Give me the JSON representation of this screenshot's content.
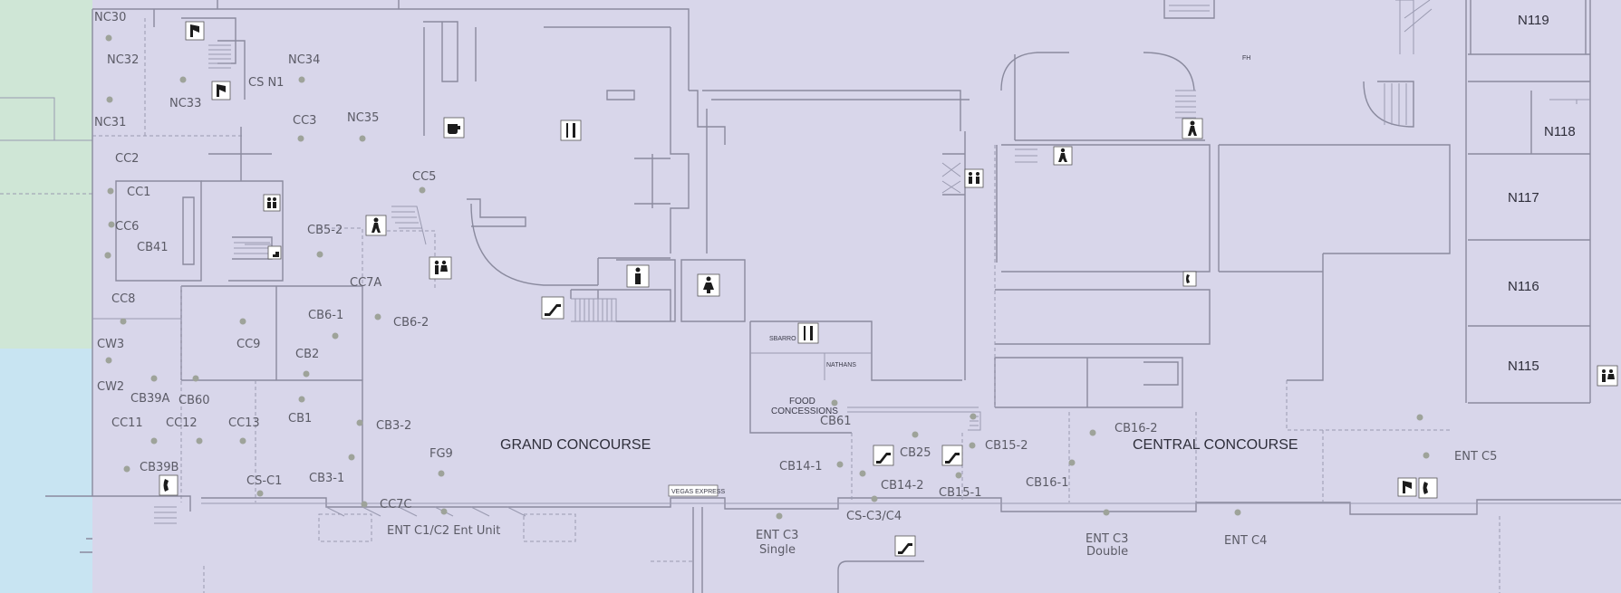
{
  "zones": {
    "green": "#cfe6d6",
    "blue": "#c8e4f2",
    "floor": "#d8d6ea"
  },
  "concourses": {
    "grand": "GRAND CONCOURSE",
    "central": "CENTRAL  CONCOURSE"
  },
  "rooms": {
    "n119": "N119",
    "n118": "N118",
    "n117": "N117",
    "n116": "N116",
    "n115": "N115"
  },
  "booths": {
    "nc30": "NC30",
    "nc32": "NC32",
    "nc34": "NC34",
    "cs_n1": "CS N1",
    "nc33": "NC33",
    "nc31": "NC31",
    "cc3": "CC3",
    "nc35": "NC35",
    "cc2": "CC2",
    "cc5": "CC5",
    "cc1": "CC1",
    "cc6": "CC6",
    "cb41": "CB41",
    "cb5_2": "CB5-2",
    "cc7a": "CC7A",
    "cc8": "CC8",
    "cb6_1": "CB6-1",
    "cb6_2": "CB6-2",
    "cw3": "CW3",
    "cc9": "CC9",
    "cb2": "CB2",
    "cw2": "CW2",
    "cb39a": "CB39A",
    "cb60": "CB60",
    "cc11": "CC11",
    "cc12": "CC12",
    "cc13": "CC13",
    "cb1": "CB1",
    "cb3_2": "CB3-2",
    "fg9": "FG9",
    "cb39b": "CB39B",
    "cs_c1": "CS-C1",
    "cb3_1": "CB3-1",
    "cc7c": "CC7C",
    "cb61": "CB61",
    "cb14_1": "CB14-1",
    "cb25": "CB25",
    "cb14_2": "CB14-2",
    "cb15_2": "CB15-2",
    "cb15_1": "CB15-1",
    "cs_c3c4": "CS-C3/C4",
    "cb16_2": "CB16-2",
    "cb16_1": "CB16-1"
  },
  "entrances": {
    "c1c2": "ENT C1/C2 Ent Unit",
    "c3_single_1": "ENT C3",
    "c3_single_2": "Single",
    "c3_double_1": "ENT C3",
    "c3_double_2": "Double",
    "c4": "ENT C4",
    "c5": "ENT C5"
  },
  "vendors": {
    "sbarro": "SBARRO",
    "nathans": "NATHANS",
    "food_1": "FOOD",
    "food_2": "CONCESSIONS",
    "vegas_express": "VEGAS EXPRESS",
    "fh": "FH"
  },
  "icons": [
    "restroom-icon",
    "elevator-icon",
    "stairs-icon",
    "escalator-icon",
    "restaurant-icon",
    "coffee-icon",
    "mens-restroom-icon",
    "womens-restroom-icon",
    "telephone-icon",
    "info-icon",
    "walk-icon"
  ]
}
